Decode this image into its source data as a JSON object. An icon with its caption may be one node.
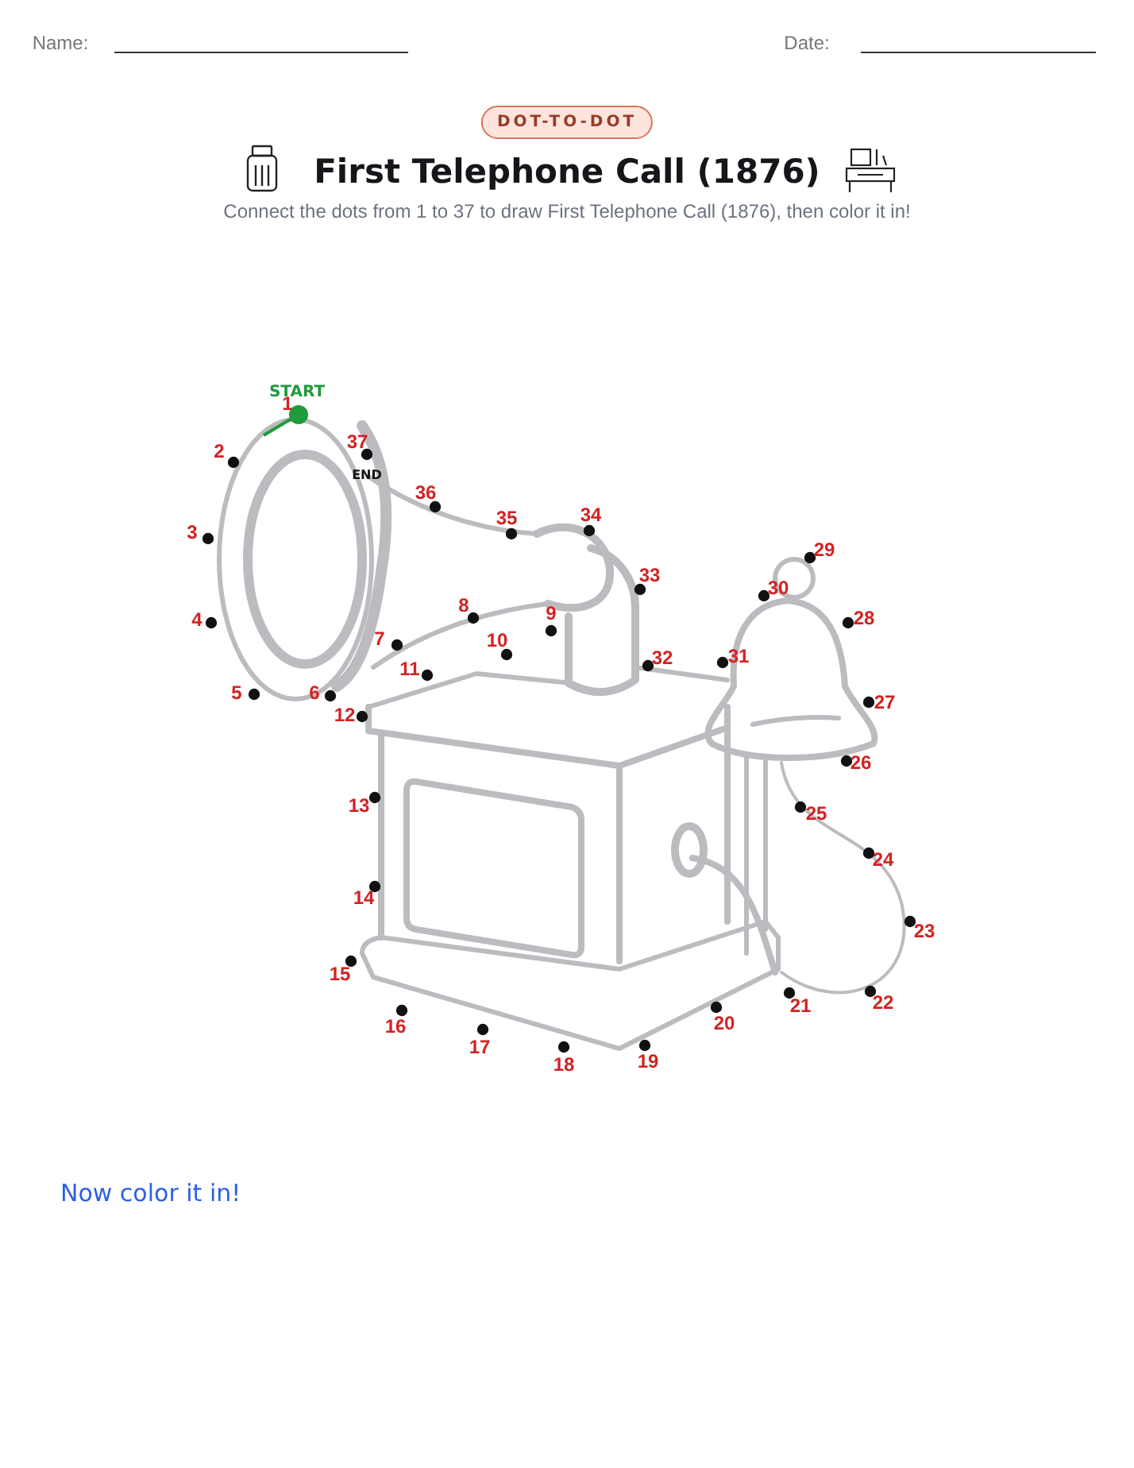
{
  "diagram": {
    "title": "First Telephone Call (1876)",
    "labels": [
      "Name:",
      "Date:",
      "DOT-TO-DOT",
      "Connect the dots from 1 to 37 to draw First Telephone Call (1876), then color it in!",
      "START",
      "1",
      "2",
      "3",
      "4",
      "5",
      "6",
      "7",
      "8",
      "9",
      "10",
      "11",
      "12",
      "13",
      "14",
      "15",
      "16",
      "17",
      "18",
      "19",
      "20",
      "21",
      "22",
      "23",
      "24",
      "25",
      "26",
      "27",
      "28",
      "29",
      "30",
      "31",
      "32",
      "33",
      "34",
      "35",
      "36",
      "37",
      "END",
      "Now color it in!"
    ]
  }
}
